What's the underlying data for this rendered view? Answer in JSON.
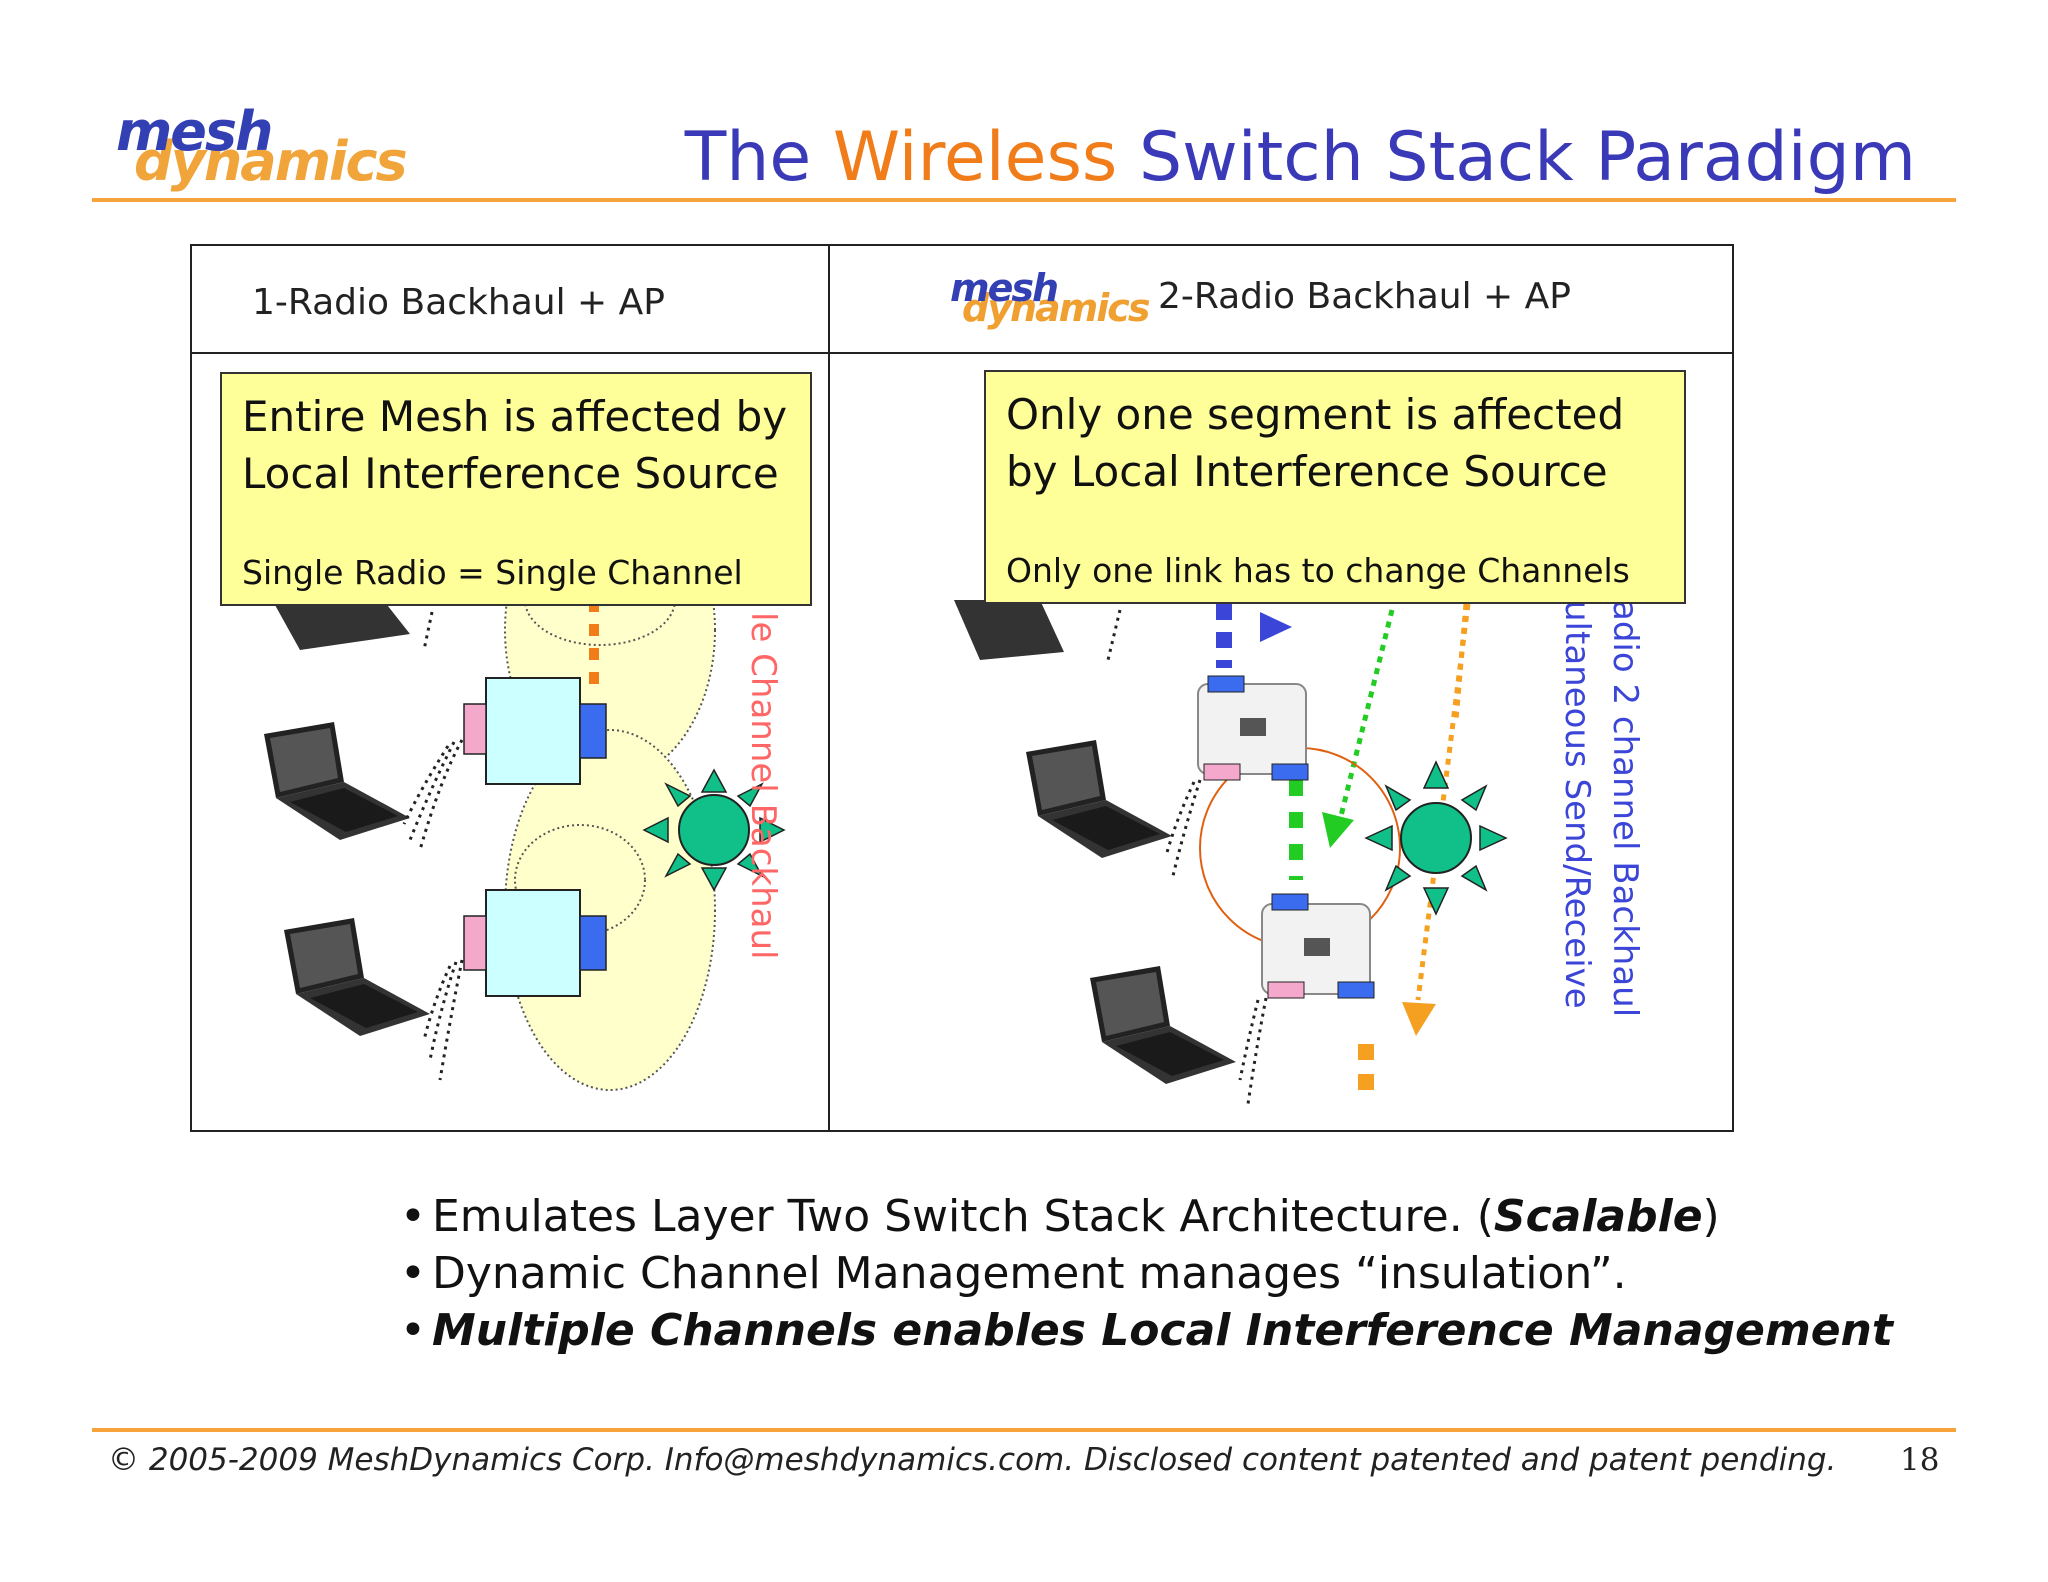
{
  "logo": {
    "line1": "mesh",
    "line2": "dynamics"
  },
  "title": {
    "pre": "The ",
    "highlight": "Wireless",
    "post": " Switch Stack Paradigm"
  },
  "columns": {
    "left_header": "1-Radio Backhaul + AP",
    "right_header": "2-Radio Backhaul + AP"
  },
  "left_note": {
    "line1": "Entire Mesh is affected by",
    "line2": "Local Interference Source",
    "sub": "Single Radio = Single Channel"
  },
  "right_note": {
    "line1": "Only one segment is affected",
    "line2": "by Local Interference Source",
    "sub": "Only one link has to change Channels"
  },
  "diagram_text": {
    "left_vertical": "le Channel Backhaul",
    "right_vertical_1": "adio 2 channel Backhaul",
    "right_vertical_2": "ultaneous Send/Receive"
  },
  "bullets": [
    {
      "text": "Emulates Layer Two Switch Stack Architecture. (",
      "em": "Scalable",
      "tail": ")"
    },
    {
      "text": "Dynamic Channel Management manages “insulation”."
    },
    {
      "em_full": "Multiple Channels enables Local Interference Management"
    }
  ],
  "footer": "© 2005-2009 MeshDynamics Corp.   Info@meshdynamics.com.  Disclosed content patented and patent pending.",
  "page_number": "18",
  "colors": {
    "title_blue": "#3a3ab8",
    "title_orange": "#f07c1a",
    "rule_orange": "#f5a33a",
    "note_yellow": "#ffff9a",
    "interference_green": "#10c088"
  }
}
